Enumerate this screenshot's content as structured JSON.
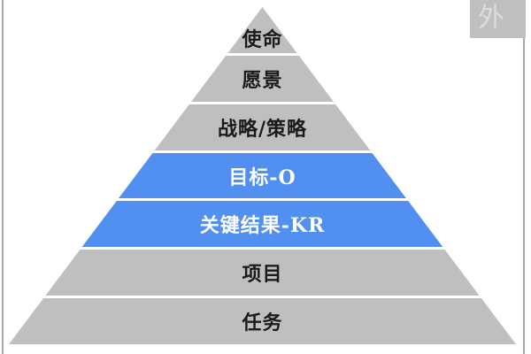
{
  "page": {
    "corner_label": "外",
    "colors": {
      "band_gray": "#bfbfbf",
      "band_blue": "#5190f0",
      "text_dark": "#1a1a1a",
      "text_light": "#ffffff",
      "corner_bg": "#bfbfbf",
      "corner_text": "#dcdcdc",
      "border": "#a6a6a6",
      "divider": "#ffffff"
    }
  },
  "pyramid": {
    "levels": [
      {
        "label": "使命",
        "color": "gray"
      },
      {
        "label": "愿景",
        "color": "gray"
      },
      {
        "label": "战略/策略",
        "color": "gray"
      },
      {
        "label": "目标-O",
        "color": "blue"
      },
      {
        "label": "关键结果-KR",
        "color": "blue"
      },
      {
        "label": "项目",
        "color": "gray"
      },
      {
        "label": "任务",
        "color": "gray"
      }
    ]
  }
}
